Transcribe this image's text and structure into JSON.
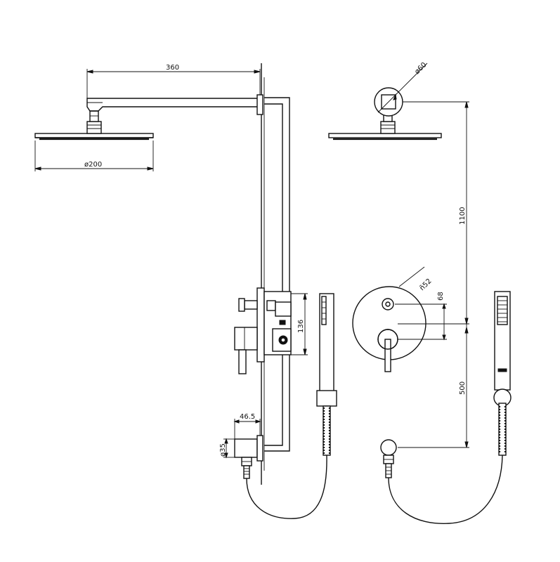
{
  "dimensions": {
    "arm_length": "360",
    "head_diameter_side": "ø200",
    "head_diameter_top": "ø60",
    "diverter_height": "136",
    "outlet_projection": "46.5",
    "outlet_diameter": "ø35",
    "riser_height": "1100",
    "plate_diameter": "ñ52",
    "plate_offset": "68",
    "outlet_height": "500"
  }
}
